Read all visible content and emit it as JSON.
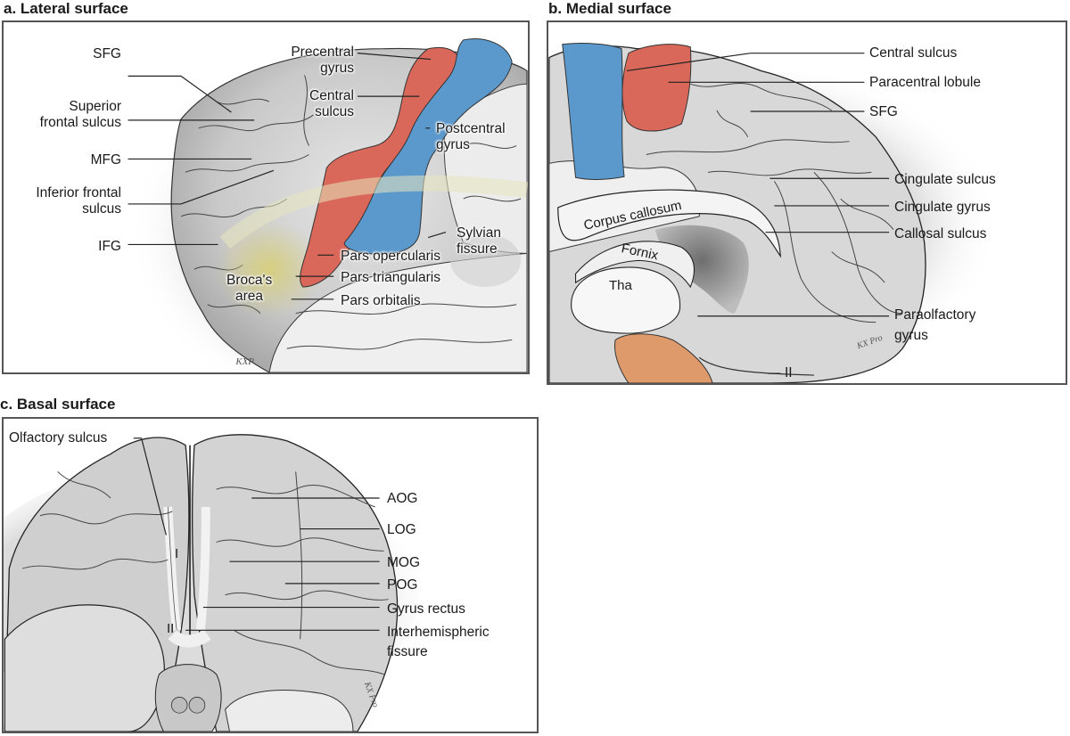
{
  "colors": {
    "motor": "#d9685a",
    "sensory": "#5b98cc",
    "broca": "#d8cf72",
    "pituitary": "#de9a6a",
    "cortex": "#d2d2d2",
    "frame": "#555555"
  },
  "panels": {
    "lateral": {
      "title": "a. Lateral surface",
      "labels": {
        "sfg": "SFG",
        "sup_frontal_sulcus_1": "Superior",
        "sup_frontal_sulcus_2": "frontal sulcus",
        "mfg": "MFG",
        "inf_frontal_sulcus_1": "Inferior frontal",
        "inf_frontal_sulcus_2": "sulcus",
        "ifg": "IFG",
        "precentral_1": "Precentral",
        "precentral_2": "gyrus",
        "central_1": "Central",
        "central_2": "sulcus",
        "postcentral_1": "Postcentral",
        "postcentral_2": "gyrus",
        "sylvian_1": "Sylvian",
        "sylvian_2": "fissure",
        "broca_1": "Broca's",
        "broca_2": "area",
        "pars_opercularis": "Pars opercularis",
        "pars_triangularis": "Pars triangularis",
        "pars_orbitalis": "Pars orbitalis"
      }
    },
    "medial": {
      "title": "b. Medial surface",
      "labels": {
        "central_sulcus": "Central sulcus",
        "paracentral_lobule": "Paracentral lobule",
        "sfg": "SFG",
        "cingulate_sulcus": "Cingulate sulcus",
        "cingulate_gyrus": "Cingulate gyrus",
        "callosal_sulcus": "Callosal sulcus",
        "corpus_callosum": "Corpus callosum",
        "fornix": "Fornix",
        "tha": "Tha",
        "paraolfactory_1": "Paraolfactory",
        "paraolfactory_2": "gyrus",
        "nerve_ii": "II"
      }
    },
    "basal": {
      "title": "c. Basal surface",
      "labels": {
        "olfactory_sulcus": "Olfactory sulcus",
        "aog": "AOG",
        "log": "LOG",
        "mog": "MOG",
        "pog": "POG",
        "gyrus_rectus": "Gyrus rectus",
        "interhemispheric_1": "Interhemispheric",
        "interhemispheric_2": "fissure",
        "nerve_i": "I",
        "nerve_ii": "II"
      }
    }
  }
}
